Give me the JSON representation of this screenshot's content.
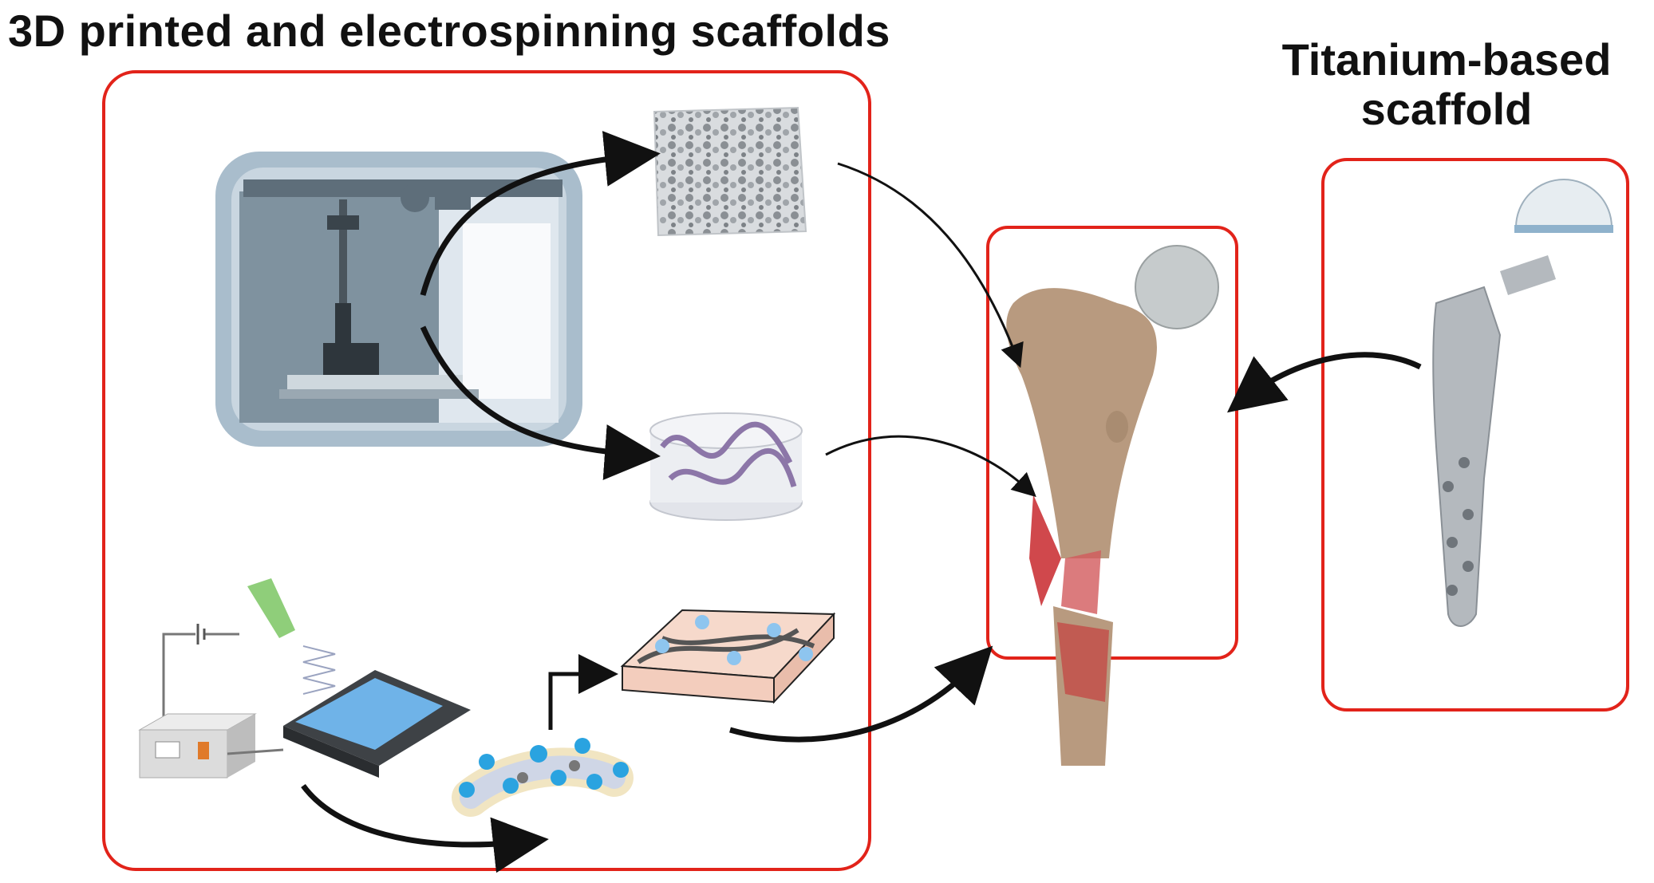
{
  "title_left": "3D printed and electrospinning scaffolds",
  "title_right_line1": "Titanium-based",
  "title_right_line2": "scaffold",
  "colors": {
    "box_border": "#e2231a",
    "arrow": "#111111",
    "printer_frame": "#b8c7d3",
    "bone": "#b89a7f",
    "fracture": "#c8282d",
    "implant_metal": "#b4b9be",
    "fiber_beads": "#2aa3e0",
    "lead_head": "#c5ccd2"
  }
}
